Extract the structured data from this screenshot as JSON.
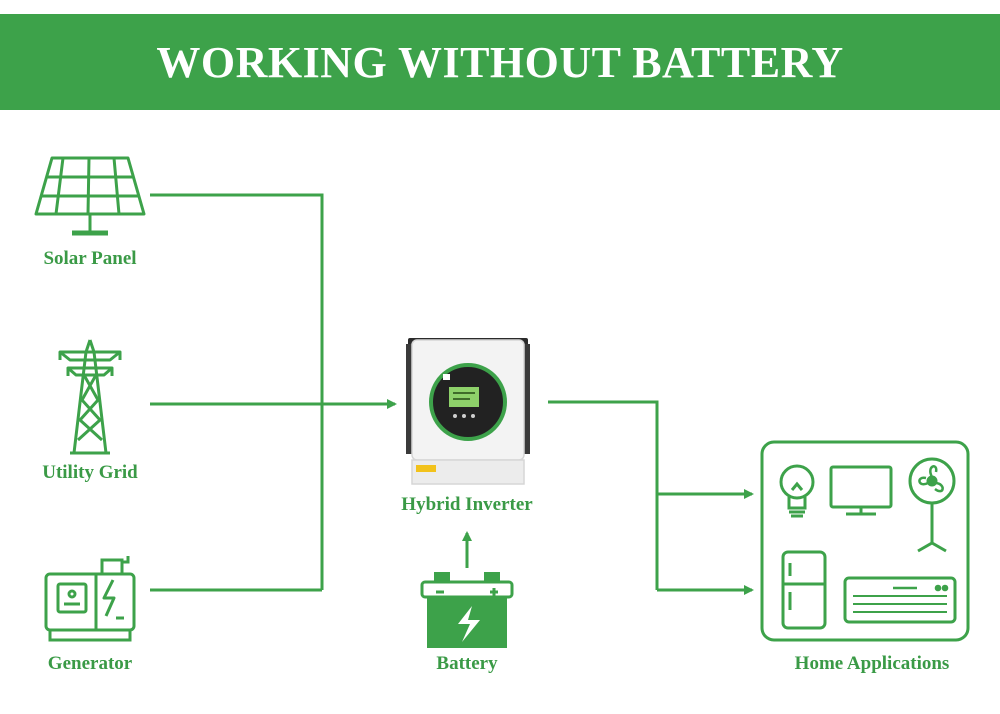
{
  "header": {
    "title": "WORKING WITHOUT BATTERY"
  },
  "nodes": {
    "solar_panel": "Solar Panel",
    "utility_grid": "Utility Grid",
    "generator": "Generator",
    "hybrid_inverter": "Hybrid Inverter",
    "battery": "Battery",
    "home_applications": "Home Applications"
  },
  "colors": {
    "accent": "#3da24a",
    "label": "#3a9a46",
    "background": "#ffffff"
  },
  "icons": [
    "solar-panel-icon",
    "transmission-tower-icon",
    "generator-icon",
    "inverter-device",
    "battery-icon",
    "light-bulb-icon",
    "tv-icon",
    "fan-icon",
    "fridge-icon",
    "air-conditioner-icon"
  ]
}
